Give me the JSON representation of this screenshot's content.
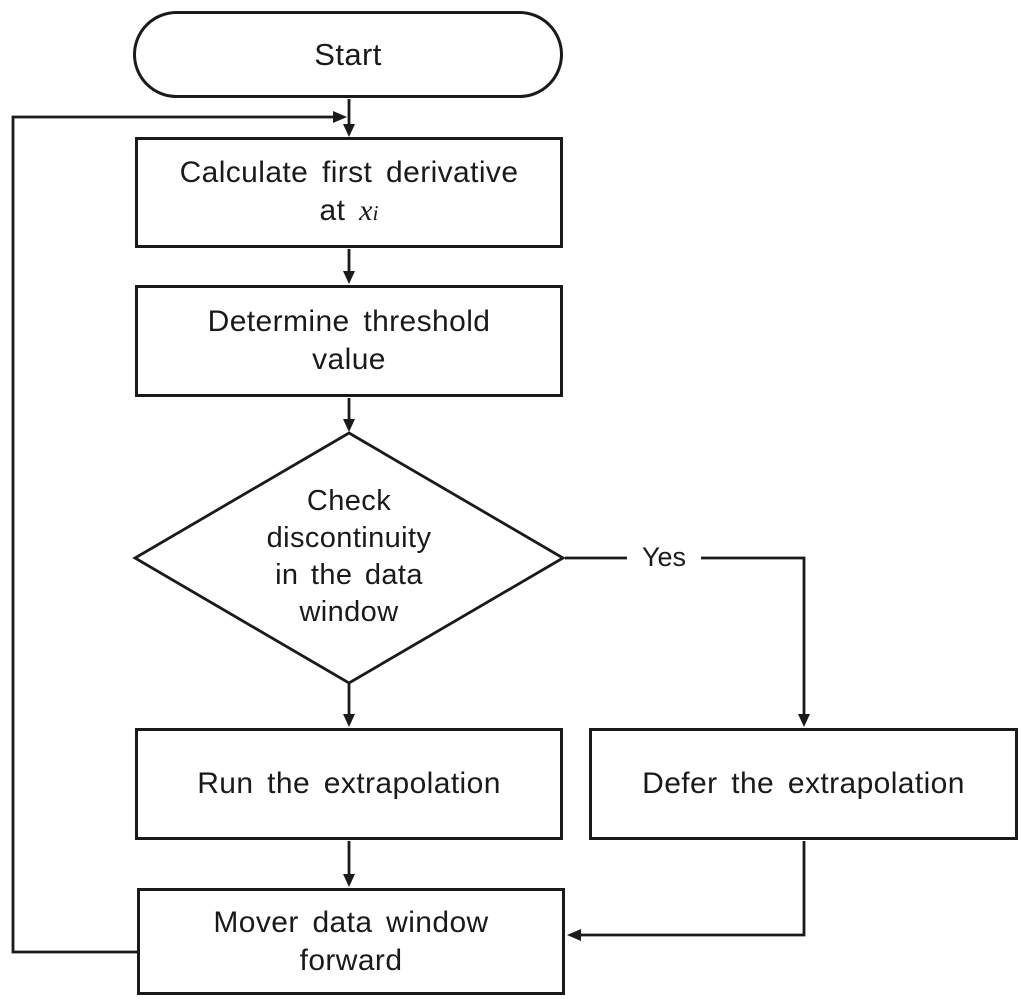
{
  "diagram": {
    "background": "#ffffff",
    "stroke_color": "#1a1a1a",
    "text_color": "#1a1a1a",
    "nodes": {
      "start": {
        "shape": "terminator",
        "label": "Start"
      },
      "calc_derivative": {
        "shape": "process",
        "line1": "Calculate first derivative",
        "line2_prefix": "at",
        "variable": "x",
        "subscript": "i"
      },
      "determine_threshold": {
        "shape": "process",
        "line1": "Determine threshold",
        "line2": "value"
      },
      "check_discontinuity": {
        "shape": "decision",
        "line1": "Check",
        "line2": "discontinuity",
        "line3": "in the data",
        "line4": "window"
      },
      "run_extrapolation": {
        "shape": "process",
        "label": "Run the extrapolation"
      },
      "defer_extrapolation": {
        "shape": "process",
        "label": "Defer the extrapolation"
      },
      "move_window": {
        "shape": "process",
        "line1": "Mover data window",
        "line2": "forward"
      }
    },
    "edge_labels": {
      "yes": "Yes"
    }
  }
}
